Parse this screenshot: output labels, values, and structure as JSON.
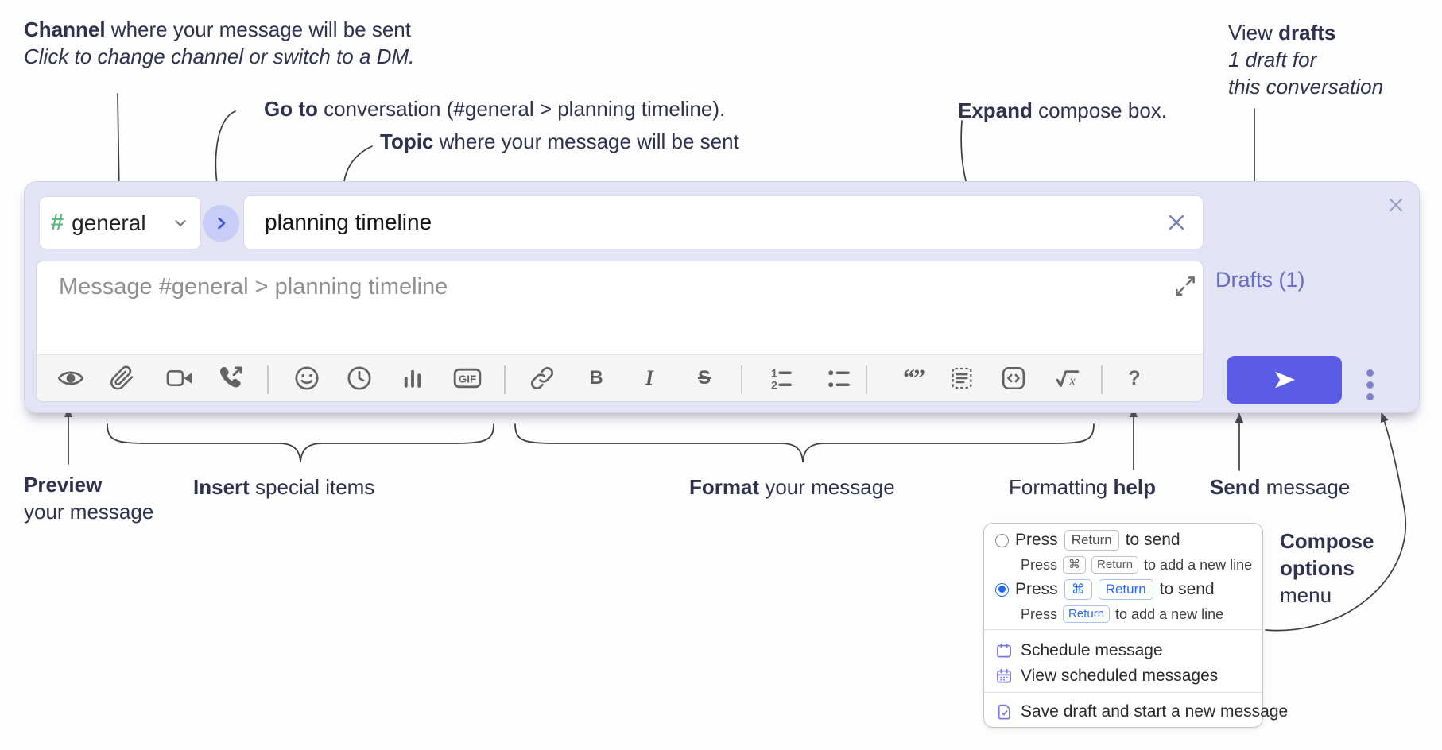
{
  "annotations": {
    "channel": {
      "bold": "Channel",
      "rest": " where your message will be sent",
      "sub": "Click to change channel or switch to a DM."
    },
    "goto": {
      "bold": "Go to",
      "rest": " conversation (#general > planning timeline)."
    },
    "topic": {
      "bold": "Topic",
      "rest": " where your message will be sent"
    },
    "expand": {
      "bold": "Expand",
      "rest": " compose box."
    },
    "drafts": {
      "pre": "View ",
      "bold": "drafts",
      "line2": "1 draft for",
      "line3": "this conversation"
    },
    "preview": {
      "bold": "Preview",
      "line2": "your message"
    },
    "insert": {
      "bold": "Insert",
      "rest": " special items"
    },
    "format": {
      "bold": "Format",
      "rest": " your message"
    },
    "formatting_help": {
      "pre": "Formatting ",
      "bold": "help"
    },
    "send": {
      "bold": "Send",
      "rest": " message"
    },
    "compose_options": {
      "line1": "Compose",
      "line2": "options",
      "line3": "menu"
    }
  },
  "compose": {
    "channel": {
      "hash": "#",
      "name": "general"
    },
    "topic_value": "planning timeline",
    "message_placeholder": "Message #general > planning timeline",
    "drafts_link": "Drafts (1)"
  },
  "toolbar": {
    "bold": "B",
    "italic": "I",
    "strike": "S",
    "gif": "GIF",
    "ol1": "1",
    "ol2": "2",
    "quote": "“”",
    "math_x": "x",
    "help": "?"
  },
  "menu": {
    "option_return": {
      "press": "Press",
      "key": "Return",
      "after": "to send",
      "sub_press": "Press",
      "sub_key1": "⌘",
      "sub_key2": "Return",
      "sub_after": "to add a new line"
    },
    "option_cmd_return": {
      "press": "Press",
      "key1": "⌘",
      "key2": "Return",
      "after": "to send",
      "sub_press": "Press",
      "sub_key": "Return",
      "sub_after": "to add a new line"
    },
    "schedule": "Schedule message",
    "view_scheduled": "View scheduled messages",
    "save_draft": "Save draft and start a new message"
  },
  "colors": {
    "accent": "#5a5ce6",
    "compose_bg": "#e2e3f4",
    "drafts_link": "#676cc0",
    "menu_icon": "#7b79dd",
    "radio_selected": "#2468ee",
    "channel_hash": "#58b87e"
  }
}
